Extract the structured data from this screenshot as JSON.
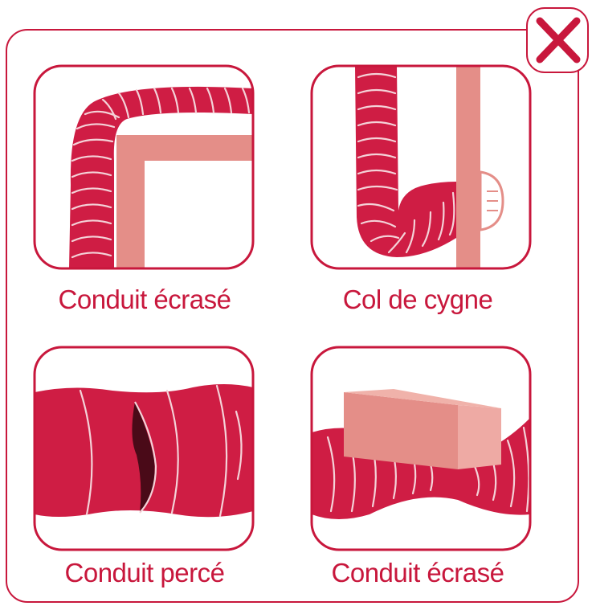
{
  "panels": [
    {
      "caption": "Conduit écrasé",
      "icon": "crushed-duct-corner"
    },
    {
      "caption": "Col de cygne",
      "icon": "gooseneck-duct"
    },
    {
      "caption": "Conduit percé",
      "icon": "pierced-duct"
    },
    {
      "caption": "Conduit écrasé",
      "icon": "crushed-duct-block"
    }
  ],
  "close_icon": "close-icon",
  "colors": {
    "frame": "#c8173c",
    "duct": "#cf1d44",
    "duct_light": "#f4d2d8",
    "beam": "#e48e88",
    "beam_light": "#eeaaa4",
    "hole": "#4a0a18",
    "text": "#c8173c"
  }
}
